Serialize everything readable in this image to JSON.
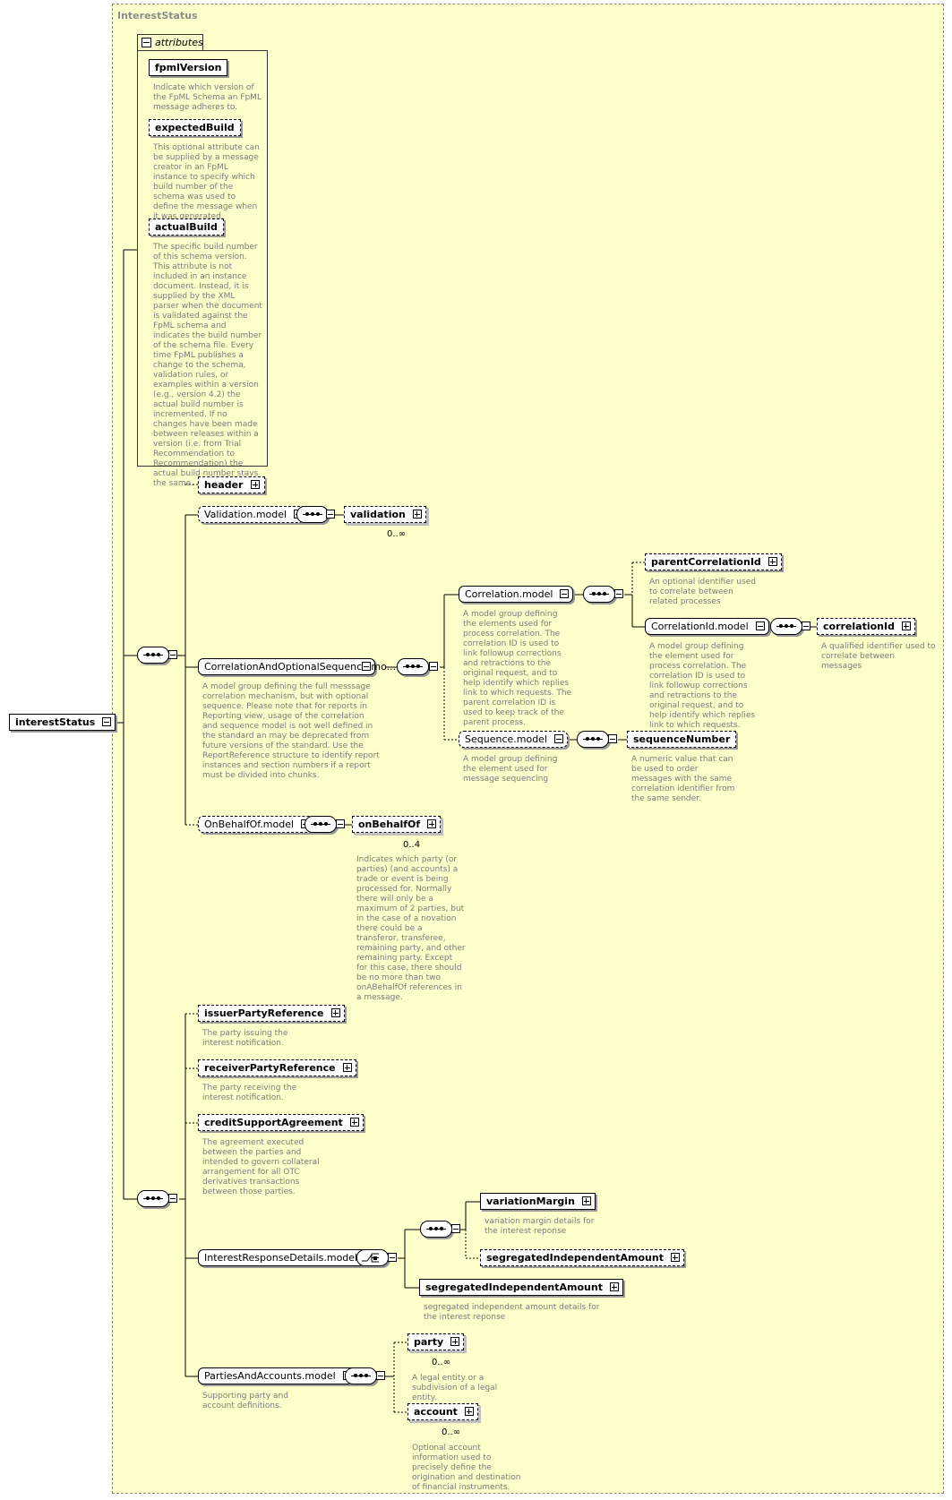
{
  "title": "InterestStatus",
  "attributes": {
    "tab_label": "attributes",
    "items": [
      {
        "name": "fpmlVersion",
        "desc": "Indicate which version of the FpML Schema an FpML message adheres to."
      },
      {
        "name": "expectedBuild",
        "desc": "This optional attribute can be supplied by a message creator in an FpML instance to specify which build number of the schema was used to define the message when it was generated."
      },
      {
        "name": "actualBuild",
        "desc": "The specific build number of this schema version. This attribute is not included in an instance document. Instead, it is supplied by the XML parser when the document is validated against the FpML schema and indicates the build number of the schema file. Every time FpML publishes a change to the schema, validation rules, or examples within a version (e.g., version 4.2) the actual build number is incremented. If no changes have been made between releases within a version (i.e. from Trial Recommendation to Recommendation) the actual build number stays the same."
      }
    ]
  },
  "root": "interestStatus",
  "nodes": {
    "header": "header",
    "validation_model": "Validation.model",
    "validation": "validation",
    "validation_occ": "0..∞",
    "corr_opt_seq": "CorrelationAndOptionalSequence.mo...",
    "corr_opt_seq_desc": "A model group defining the full messsage correlation mechanism, but with optional sequence. Please note that for reports in Reporting view, usage of the correlation and sequence model is not well defined in the standard an may be deprecated from future versions of the standard. Use the ReportReference structure to identify report instances and section numbers if a report must be divided into chunks.",
    "correlation_model": "Correlation.model",
    "correlation_model_desc": "A model group defining the elements used for process correlation. The correlation ID is used to link followup corrections and retractions to the original request, and to help identify which replies link to which requests. The parent correlation ID is used to keep track of the parent process.",
    "parentCorrelationId": "parentCorrelationId",
    "parentCorrelationId_desc": "An optional identifier used to correlate between related processes",
    "correlationId_model": "CorrelationId.model",
    "correlationId_model_desc": "A model group defining the element used for process correlation. The correlation ID is used to link followup corrections and retractions to the original request, and to help identify which replies link to which requests.",
    "correlationId": "correlationId",
    "correlationId_desc": "A qualified identifier used to correlate between messages",
    "sequence_model": "Sequence.model",
    "sequence_model_desc": "A model group defining the element used for message sequencing",
    "sequenceNumber": "sequenceNumber",
    "sequenceNumber_desc": "A numeric value that can be used to order messages with the same correlation identifier from the same sender.",
    "onBehalfOf_model": "OnBehalfOf.model",
    "onBehalfOf": "onBehalfOf",
    "onBehalfOf_occ": "0..4",
    "onBehalfOf_desc": "Indicates which party (or parties) (and accounts) a trade or event is being processed for. Normally there will only be a maximum of 2 parties, but in the case of a novation there could be a transferor, transferee, remaining party, and other remaining party. Except for this case, there should be no more than two onABehalfOf references in a message.",
    "issuerPartyReference": "issuerPartyReference",
    "issuerPartyReference_desc": "The party issuing the interest notification.",
    "receiverPartyReference": "receiverPartyReference",
    "receiverPartyReference_desc": "The party receiving the interest notification.",
    "creditSupportAgreement": "creditSupportAgreement",
    "creditSupportAgreement_desc": "The agreement executed between the parties and intended to govern collateral arrangement for all OTC derivatives transactions between those parties.",
    "interestResponseDetails_model": "InterestResponseDetails.model",
    "variationMargin": "variationMargin",
    "variationMargin_desc": "variation margin details for the interest reponse",
    "segregatedIndependentAmount_opt": "segregatedIndependentAmount",
    "segregatedIndependentAmount": "segregatedIndependentAmount",
    "segregatedIndependentAmount_desc": "segregated independent amount details for the interest reponse",
    "partiesAndAccounts_model": "PartiesAndAccounts.model",
    "partiesAndAccounts_desc": "Supporting party and account definitions.",
    "party": "party",
    "party_occ": "0..∞",
    "party_desc": "A legal entity or a subdivision of a legal entity.",
    "account": "account",
    "account_occ": "0..∞",
    "account_desc": "Optional account information used to precisely define the origination and destination of financial instruments."
  }
}
